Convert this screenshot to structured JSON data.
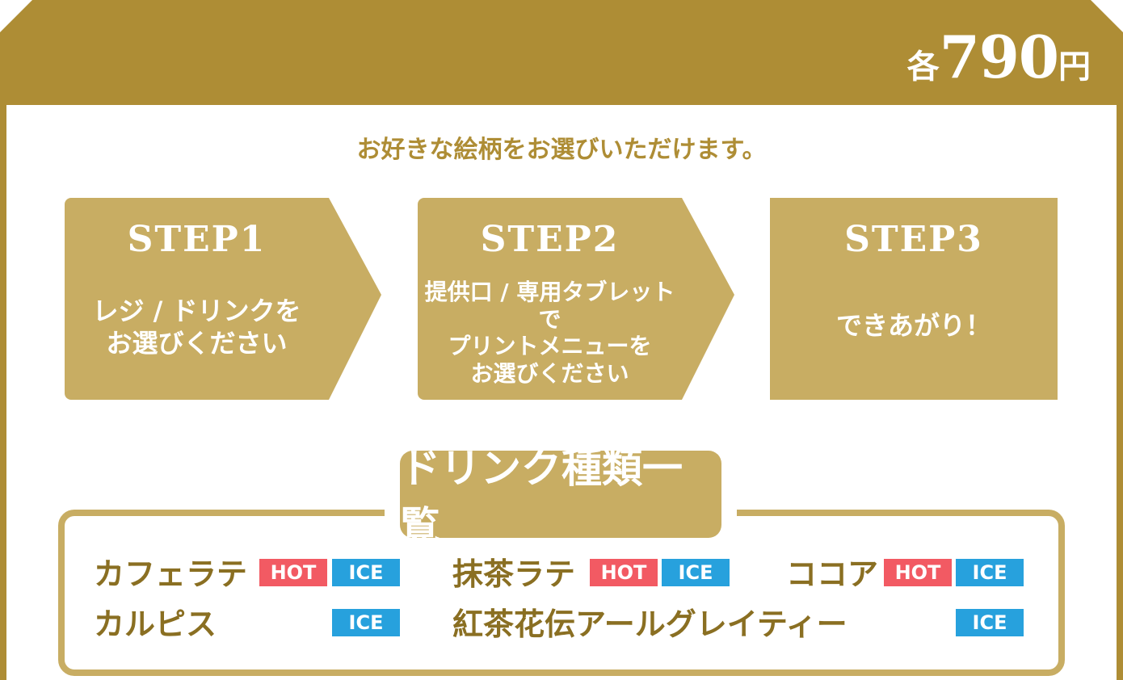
{
  "header": {
    "price_prefix": "各",
    "price_number": "790",
    "price_unit": "円"
  },
  "tagline": "お好きな絵柄をお選びいただけます。",
  "steps": [
    {
      "title": "STEP1",
      "lines": [
        "レジ / ドリンクを",
        "お選びください"
      ]
    },
    {
      "title": "STEP2",
      "lines": [
        "提供口 / 専用タブレットで",
        "プリントメニューを",
        "お選びください"
      ]
    },
    {
      "title": "STEP3",
      "lines": [
        "できあがり！"
      ]
    }
  ],
  "drinks": {
    "title": "ドリンク種類一覧",
    "items": [
      {
        "name": "カフェラテ",
        "hot": "HOT",
        "ice": "ICE"
      },
      {
        "name": "抹茶ラテ",
        "hot": "HOT",
        "ice": "ICE"
      },
      {
        "name": "ココア",
        "hot": "HOT",
        "ice": "ICE"
      },
      {
        "name": "カルピス",
        "ice": "ICE"
      },
      {
        "name": "紅茶花伝アールグレイティー",
        "ice": "ICE"
      }
    ]
  },
  "colors": {
    "gold_dark": "#ae8d35",
    "gold_light": "#c8ad63",
    "hot": "#f25a63",
    "ice": "#27a1dd"
  }
}
